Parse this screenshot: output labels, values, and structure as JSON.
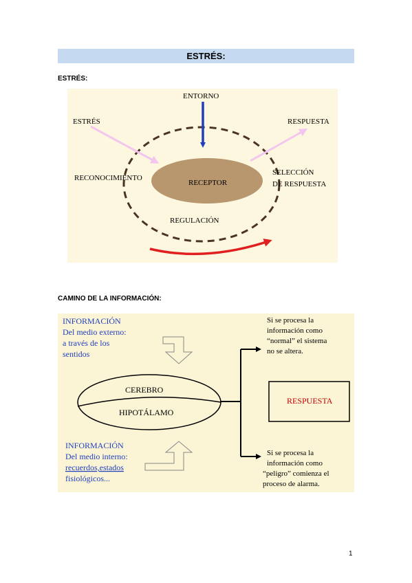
{
  "page": {
    "title": "ESTRÉS:",
    "section1_heading": "ESTRÉS:",
    "section2_heading": "CAMINO DE LA INFORMACIÓN:",
    "page_number": "1"
  },
  "fig1": {
    "entorno": "ENTORNO",
    "estres": "ESTRÉS",
    "respuesta": "RESPUESTA",
    "reconocimiento": "RECONOCIMIENTO",
    "receptor": "RECEPTOR",
    "seleccion_1": "SELECCIÓN",
    "seleccion_2": "DE RESPUESTA",
    "regulacion": "REGULACIÓN",
    "colors": {
      "background": "#fdf7e0",
      "receptor": "#b8966e",
      "entorno_arrow": "#1f3fbf",
      "stress_arrows": "#f3c6f0",
      "regulation_arrow": "#e02020"
    }
  },
  "fig2": {
    "info_ext": [
      "INFORMACIÓN",
      "Del medio externo:",
      "a través de los",
      "sentidos"
    ],
    "info_int": [
      "INFORMACIÓN",
      "Del medio interno:",
      "recuerdos,estados",
      "fisiológicos..."
    ],
    "cerebro": "CEREBRO",
    "hipotalamo": "HIPOTÁLAMO",
    "normal_text": [
      "Si se procesa la",
      "información como",
      "“normal” el sistema",
      "no se altera."
    ],
    "peligro_text": [
      "Si se procesa la",
      "información como",
      "“peligro” comienza el",
      "proceso de alarma."
    ],
    "respuesta": "RESPUESTA",
    "colors": {
      "background": "#fbf4d5",
      "info_text": "#1f3fbf",
      "respuesta_text": "#c00000"
    }
  }
}
